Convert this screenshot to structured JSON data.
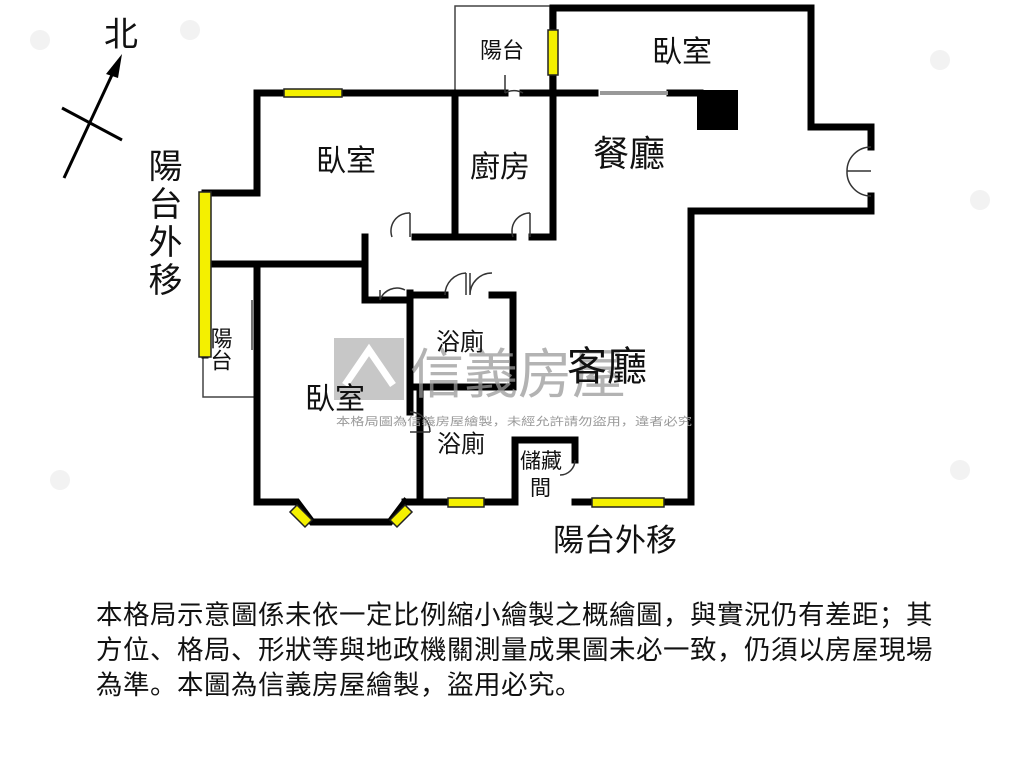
{
  "compass": {
    "label": "北"
  },
  "rooms": {
    "balcony_top": "陽台",
    "bedroom_top_right": "臥室",
    "bedroom_top_left": "臥室",
    "kitchen": "廚房",
    "dining": "餐廳",
    "living": "客廳",
    "bathroom_1": "浴廁",
    "bathroom_2": "浴廁",
    "bedroom_bottom": "臥室",
    "balcony_left": "陽台",
    "storage": "儲藏間"
  },
  "annotations": {
    "balcony_extend_left": "陽台外移",
    "balcony_extend_bottom": "陽台外移"
  },
  "watermark": {
    "brand": "信義房屋",
    "line": "本格局圖為信義房屋繪製，未經允許請勿盜用，違者必究"
  },
  "disclaimer": "本格局示意圖係未依一定比例縮小繪製之概繪圖，與實況仍有差距；其方位、格局、形狀等與地政機關測量成果圖未必一致，仍須以房屋現場為準。本圖為信義房屋繪製，盜用必究。",
  "colors": {
    "wall": "#000000",
    "window": "#f4f000",
    "watermark": "#9a9a9a"
  }
}
